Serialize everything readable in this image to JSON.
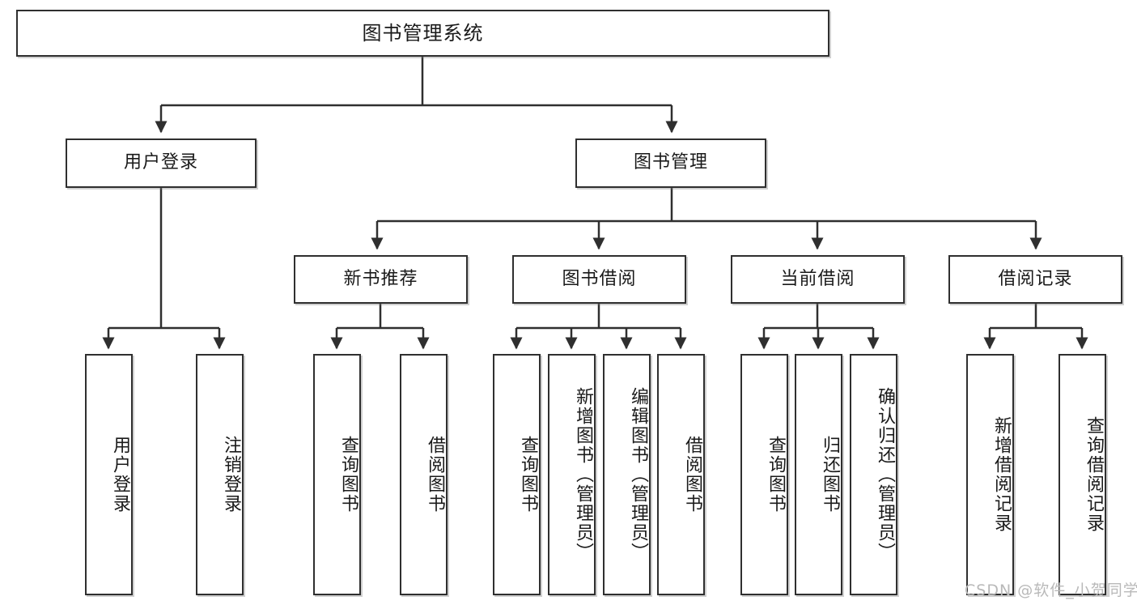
{
  "diagram": {
    "type": "tree",
    "title": "图书管理系统",
    "watermark": "CSDN @软件_小贺同学",
    "colors": {
      "border": "#2f2f2f",
      "background": "#ffffff",
      "text": "#1a1a1a",
      "watermark": "#b9b9b9"
    },
    "nodes": {
      "root": {
        "label": "图书管理系统"
      },
      "level2": [
        {
          "id": "user-login",
          "label": "用户登录"
        },
        {
          "id": "book-manage",
          "label": "图书管理"
        }
      ],
      "level3": [
        {
          "id": "new-book-recommend",
          "label": "新书推荐"
        },
        {
          "id": "book-borrow",
          "label": "图书借阅"
        },
        {
          "id": "current-borrow",
          "label": "当前借阅"
        },
        {
          "id": "borrow-record",
          "label": "借阅记录"
        }
      ],
      "leaves": {
        "user-login": [
          {
            "id": "leaf-user-login",
            "label": "用户登录"
          },
          {
            "id": "leaf-logout-login",
            "label": "注销登录"
          }
        ],
        "new-book-recommend": [
          {
            "id": "leaf-query-book-1",
            "label": "查询图书"
          },
          {
            "id": "leaf-borrow-book-1",
            "label": "借阅图书"
          }
        ],
        "book-borrow": [
          {
            "id": "leaf-query-book-2",
            "label": "查询图书"
          },
          {
            "id": "leaf-add-book",
            "label": "新增图书（管理员）"
          },
          {
            "id": "leaf-edit-book",
            "label": "编辑图书（管理员）"
          },
          {
            "id": "leaf-borrow-book-2",
            "label": "借阅图书"
          }
        ],
        "current-borrow": [
          {
            "id": "leaf-query-book-3",
            "label": "查询图书"
          },
          {
            "id": "leaf-return-book",
            "label": "归还图书"
          },
          {
            "id": "leaf-confirm-return",
            "label": "确认归还（管理员）"
          }
        ],
        "borrow-record": [
          {
            "id": "leaf-add-record",
            "label": "新增借阅记录"
          },
          {
            "id": "leaf-query-record",
            "label": "查询借阅记录"
          }
        ]
      }
    }
  }
}
